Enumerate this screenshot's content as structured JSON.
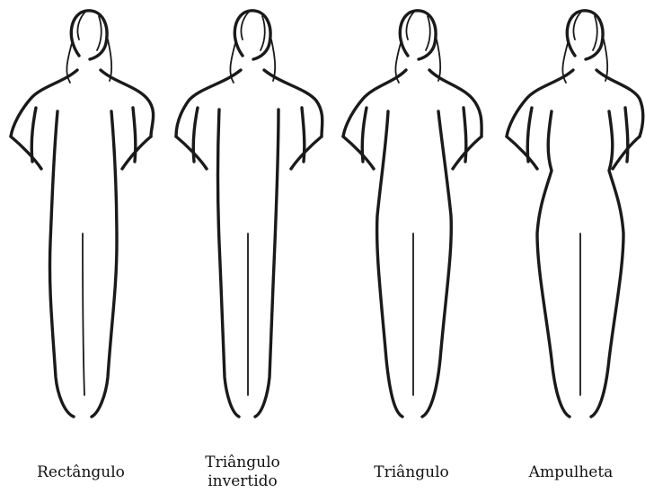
{
  "figures": [
    {
      "id": "rectangle",
      "label": "Rectângulo"
    },
    {
      "id": "inverted-triangle",
      "label": "Triângulo\ninvertido"
    },
    {
      "id": "triangle",
      "label": "Triângulo"
    },
    {
      "id": "hourglass",
      "label": "Ampulheta"
    }
  ],
  "colors": {
    "line": "#1a1a1a",
    "background": "#ffffff"
  }
}
